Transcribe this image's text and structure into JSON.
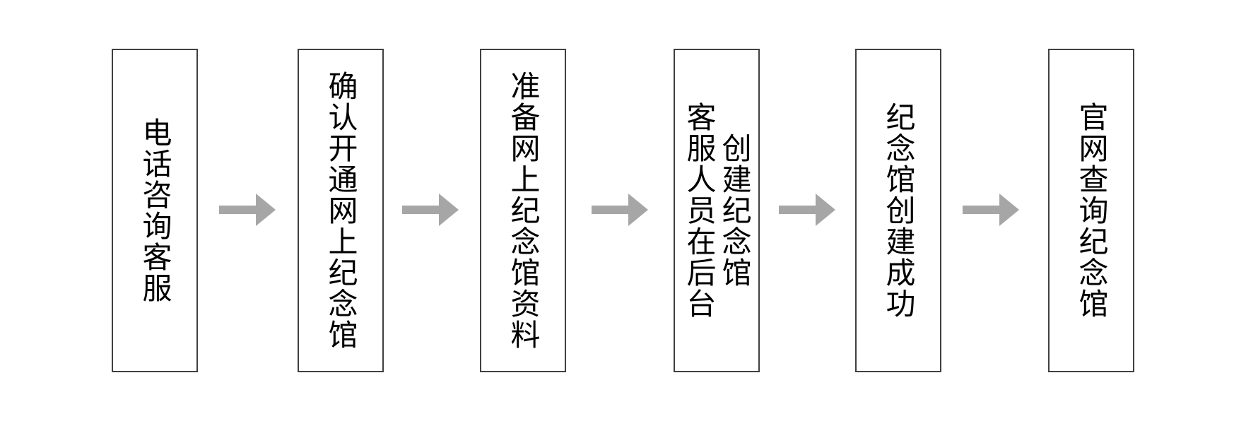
{
  "diagram": {
    "type": "flowchart",
    "direction": "left-to-right",
    "text_orientation": "vertical",
    "colors": {
      "background": "#ffffff",
      "box_fill": "#ffffff",
      "box_border": "#404040",
      "text": "#000000",
      "arrow": "#a6a6a6"
    },
    "steps": [
      {
        "id": 1,
        "text": "电话咨询客服",
        "lines": [
          "电话咨询客服"
        ]
      },
      {
        "id": 2,
        "text": "确认开通网上纪念馆",
        "lines": [
          "确认开通网上纪念馆"
        ]
      },
      {
        "id": 3,
        "text": "准备网上纪念馆资料",
        "lines": [
          "准备网上纪念馆资料"
        ]
      },
      {
        "id": 4,
        "text": "客服人员在后台创建纪念馆",
        "lines": [
          "客服人员在后台",
          "创建纪念馆"
        ]
      },
      {
        "id": 5,
        "text": "纪念馆创建成功",
        "lines": [
          "纪念馆创建成功"
        ]
      },
      {
        "id": 6,
        "text": "官网查询纪念馆",
        "lines": [
          "官网查询纪念馆"
        ]
      }
    ],
    "arrows": {
      "count": 5,
      "direction": "right"
    }
  }
}
